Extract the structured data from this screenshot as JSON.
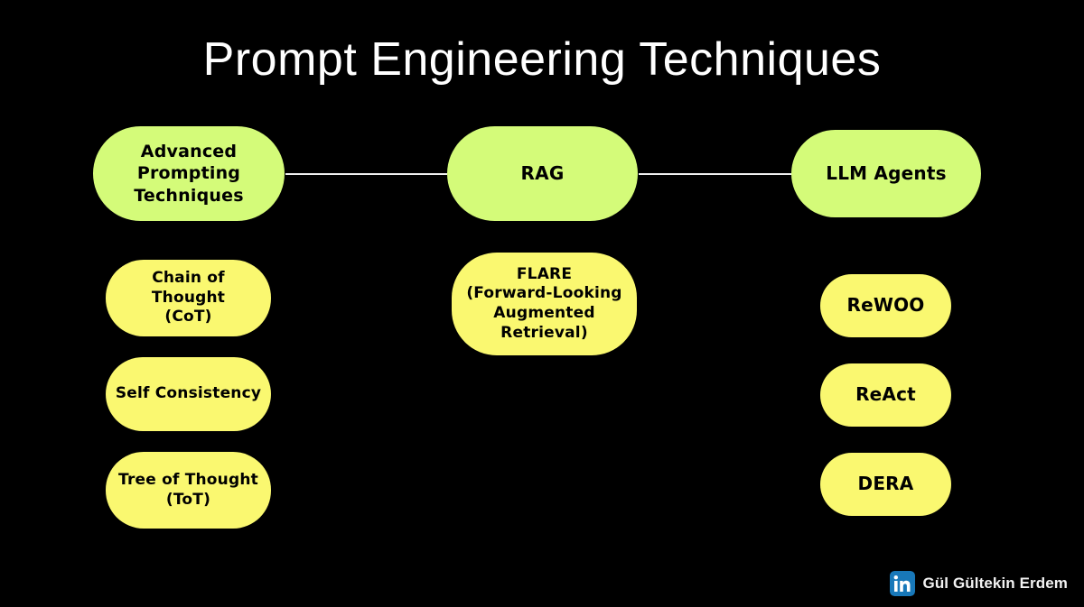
{
  "slide": {
    "title": "Prompt Engineering Techniques",
    "background_color": "#000000",
    "title_color": "#FFFFFF"
  },
  "colors": {
    "category_box": "#D4FB79",
    "technique_box": "#FAF870",
    "connector_line": "#F0F0F0",
    "linkedin_blue": "#1878B9"
  },
  "diagram": {
    "categories": [
      {
        "id": "advanced-prompting-techniques",
        "label": "Advanced\nPrompting\nTechniques"
      },
      {
        "id": "rag",
        "label": "RAG"
      },
      {
        "id": "llm-agents",
        "label": "LLM Agents"
      }
    ],
    "connectors": [
      {
        "from": "advanced-prompting-techniques",
        "to": "rag"
      },
      {
        "from": "rag",
        "to": "llm-agents"
      }
    ],
    "columns": [
      {
        "parent": "advanced-prompting-techniques",
        "items": [
          {
            "id": "cot",
            "label": "Chain of Thought\n(CoT)"
          },
          {
            "id": "self-consistency",
            "label": "Self Consistency"
          },
          {
            "id": "tot",
            "label": "Tree of Thought\n(ToT)"
          }
        ]
      },
      {
        "parent": "rag",
        "items": [
          {
            "id": "flare",
            "label": "FLARE\n(Forward-Looking\nAugmented Retrieval)"
          }
        ]
      },
      {
        "parent": "llm-agents",
        "items": [
          {
            "id": "rewoo",
            "label": "ReWOO"
          },
          {
            "id": "react",
            "label": "ReAct"
          },
          {
            "id": "dera",
            "label": "DERA"
          }
        ]
      }
    ]
  },
  "attribution": {
    "icon": "linkedin-icon",
    "name": "Gül Gültekin Erdem"
  }
}
